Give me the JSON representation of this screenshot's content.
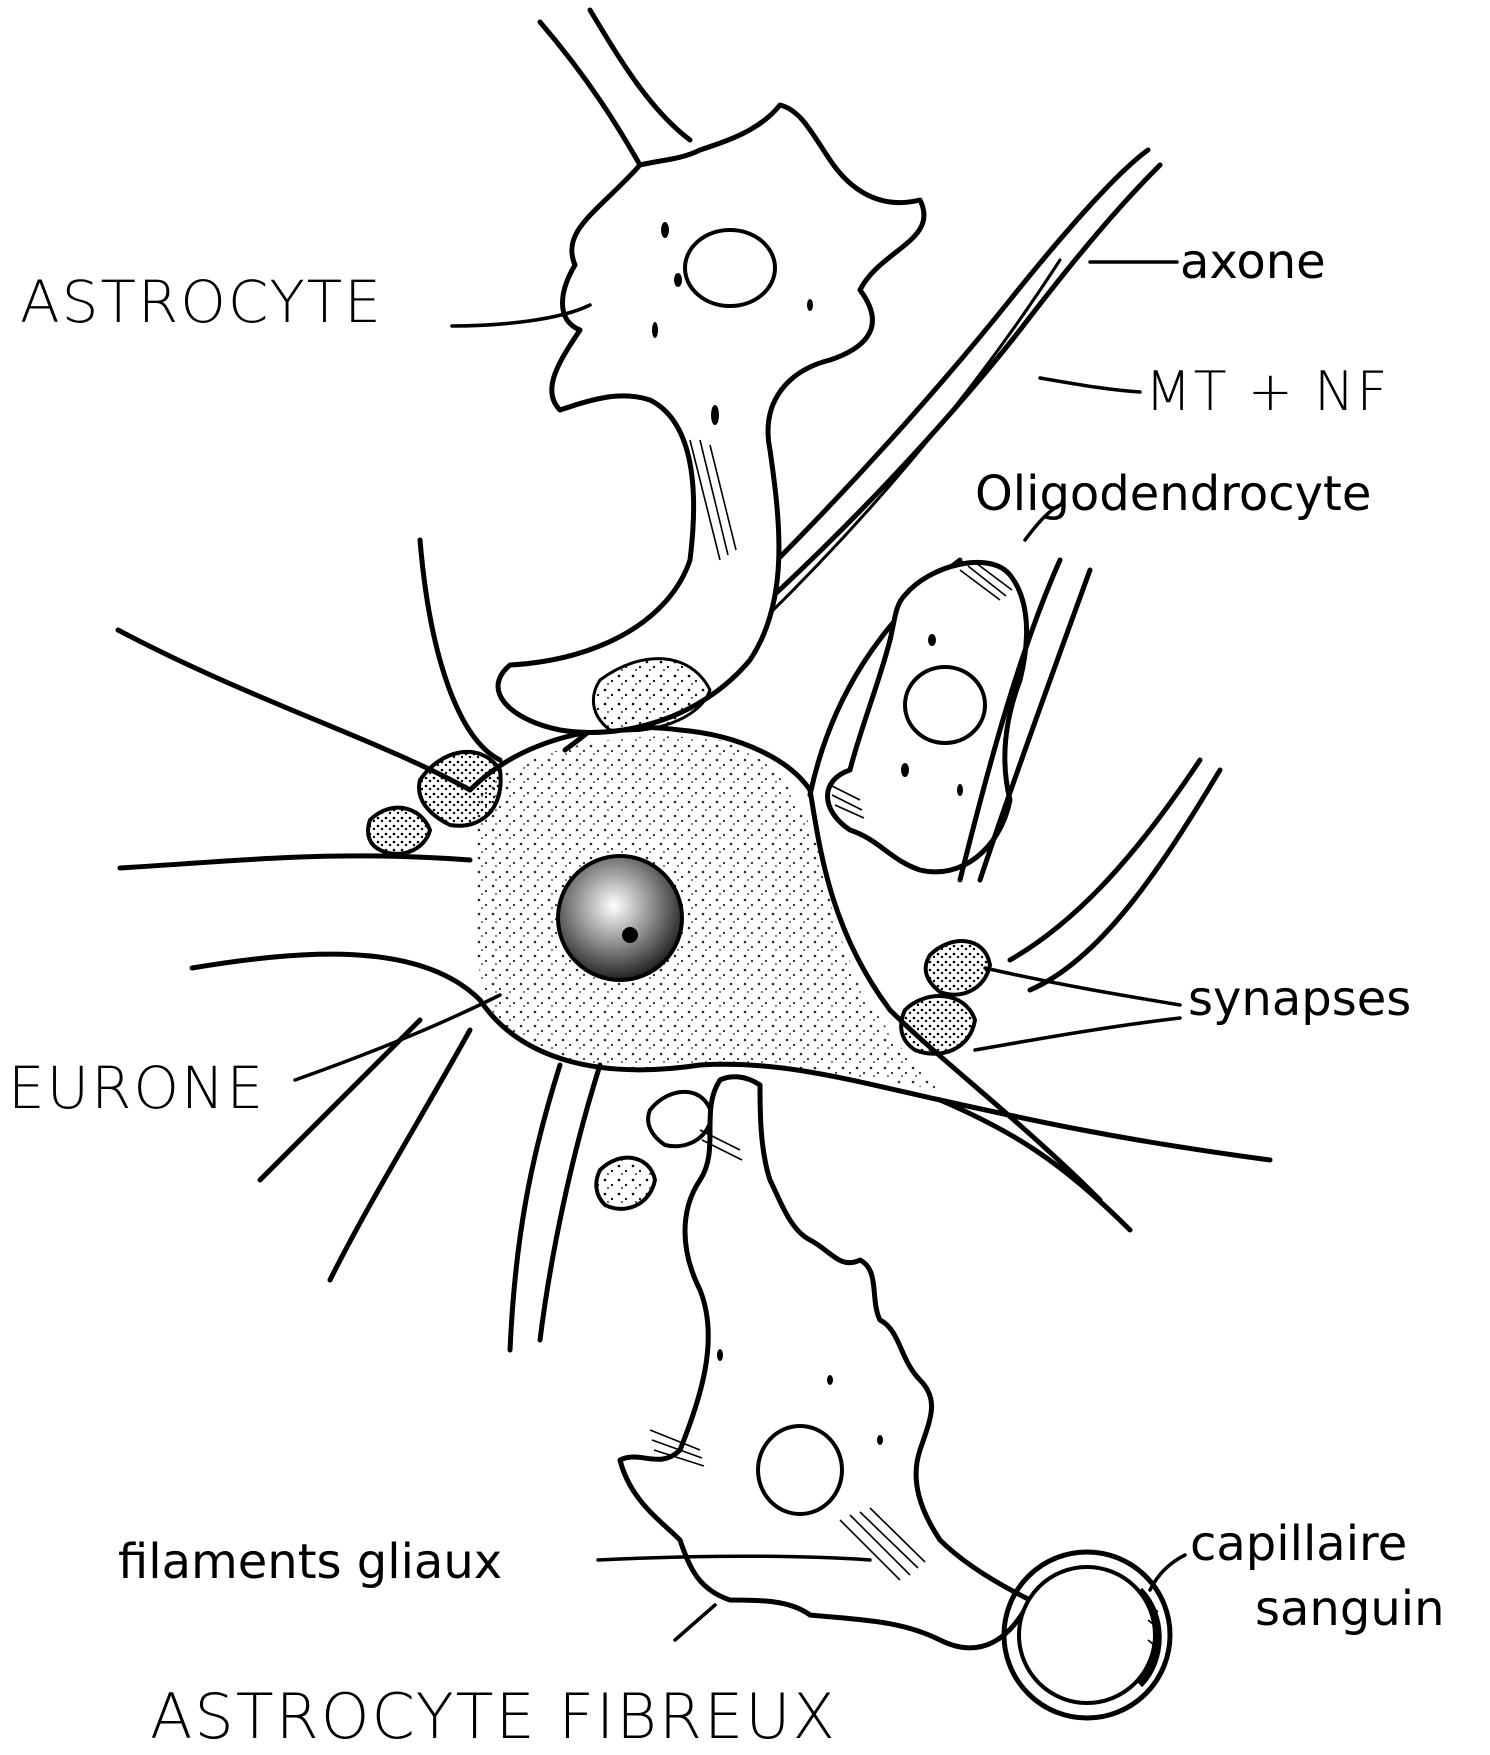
{
  "diagram": {
    "labels": {
      "astrocyte": "ASTROCYTE",
      "axone": "axone",
      "mt_nf": "MT + NF",
      "oligodendrocyte": "Oligodendrocyte",
      "synapses": "synapses",
      "neurone": "EURONE",
      "filaments_gliaux": "filaments gliaux",
      "capillaire_line1": "capillaire",
      "capillaire_line2": "sanguin",
      "astrocyte_fibreux": "ASTROCYTE FIBREUX"
    }
  }
}
